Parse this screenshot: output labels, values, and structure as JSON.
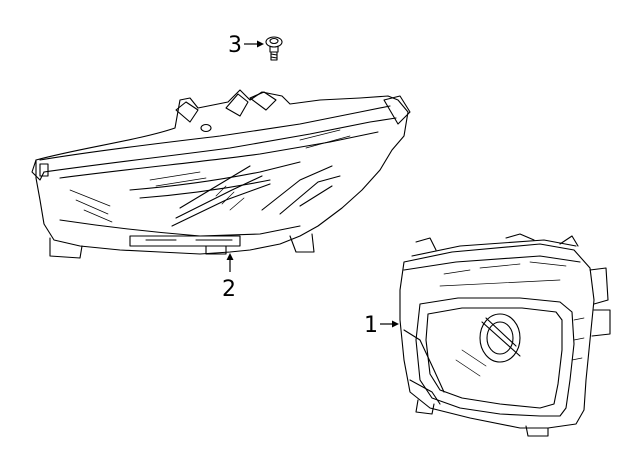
{
  "diagram": {
    "callouts": [
      {
        "id": "1",
        "label": "1"
      },
      {
        "id": "2",
        "label": "2"
      },
      {
        "id": "3",
        "label": "3"
      }
    ],
    "parts": [
      {
        "id": "fog-lamp",
        "callout": "1"
      },
      {
        "id": "headlamp-assembly",
        "callout": "2"
      },
      {
        "id": "screw",
        "callout": "3"
      }
    ]
  }
}
